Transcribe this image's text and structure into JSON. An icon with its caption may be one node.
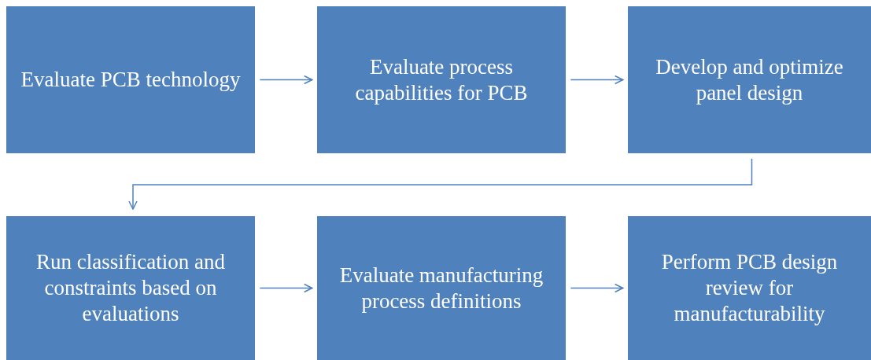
{
  "diagram": {
    "nodes": [
      {
        "text": [
          "Evaluate PCB technology"
        ]
      },
      {
        "text": [
          "Evaluate process capabilities for PCB"
        ]
      },
      {
        "text": [
          "Develop and optimize panel design"
        ]
      },
      {
        "text": [
          "Run classification and constraints based on evaluations"
        ]
      },
      {
        "text": [
          "Evaluate manufacturing process definitions"
        ]
      },
      {
        "text": [
          "Perform PCB design review for manufacturability"
        ]
      }
    ],
    "edges": [
      {
        "from": 0,
        "to": 1,
        "arrow": "to"
      },
      {
        "from": 1,
        "to": 2,
        "arrow": "to"
      },
      {
        "from": 2,
        "to": 3,
        "arrow": "to"
      },
      {
        "from": 3,
        "to": 4,
        "arrow": "to"
      },
      {
        "from": 4,
        "to": 5,
        "arrow": "to"
      }
    ]
  }
}
